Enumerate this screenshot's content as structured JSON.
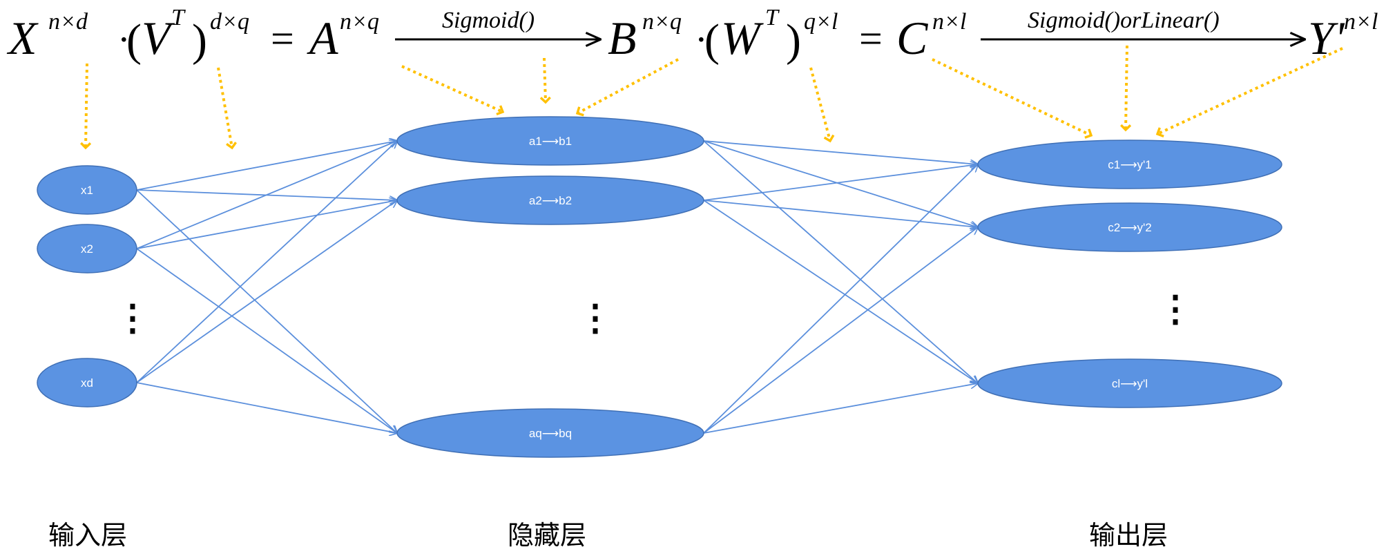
{
  "colors": {
    "node_fill": "#5b93e2",
    "node_stroke": "#3f6fb5",
    "edge": "#5b8fdc",
    "pointer": "#ffc000"
  },
  "equation": {
    "x": "X",
    "x_sup": "n×d",
    "dot1": "·",
    "lp1": "(",
    "v": "V",
    "v_sup": "T",
    "rp1": ")",
    "v_outer_sup": "d×q",
    "eq1": "=",
    "a": "A",
    "a_sup": "n×q",
    "sigmoid": "Sigmoid()",
    "b": "B",
    "b_sup": "n×q",
    "dot2": "·",
    "lp2": "(",
    "w": "W",
    "w_sup": "T",
    "rp2": ")",
    "w_outer_sup": "q×l",
    "eq2": "=",
    "c": "C",
    "c_sup": "n×l",
    "sigmoid_linear": "Sigmoid()orLinear()",
    "y": "Y'",
    "y_sup": "n×l"
  },
  "input_nodes": [
    "x1",
    "x2",
    "xd"
  ],
  "hidden_nodes": [
    "a1⟶b1",
    "a2⟶b2",
    "aq⟶bq"
  ],
  "output_nodes": [
    "c1⟶y'1",
    "c2⟶y'2",
    "cl⟶y'l"
  ],
  "ellipsis": "⋮",
  "layers": {
    "input": "输入层",
    "hidden": "隐藏层",
    "output": "输出层"
  }
}
